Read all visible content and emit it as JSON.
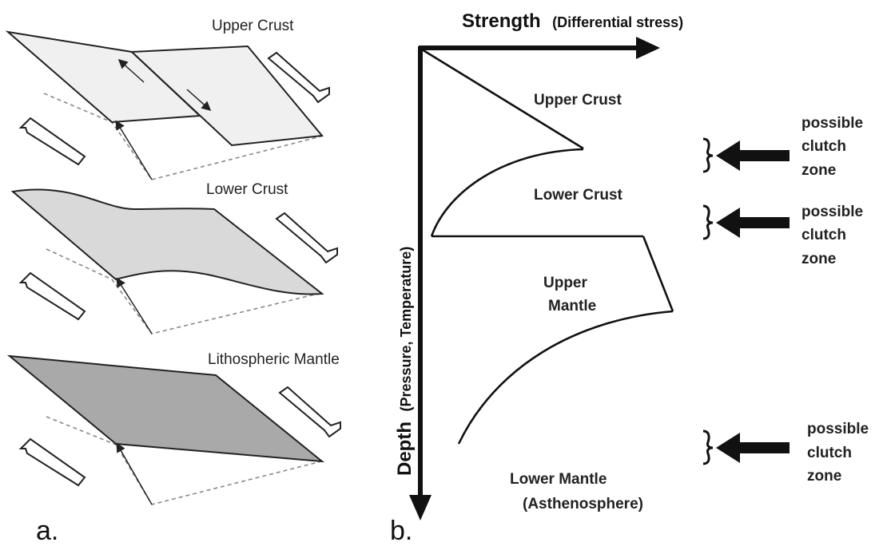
{
  "panel_a": {
    "letter": "a.",
    "layers": [
      {
        "label": "Upper Crust"
      },
      {
        "label": "Lower Crust"
      },
      {
        "label": "Lithospheric Mantle"
      }
    ]
  },
  "panel_b": {
    "letter": "b.",
    "x_axis": {
      "title": "Strength",
      "subtitle": "(Differential stress)"
    },
    "y_axis": {
      "title": "Depth",
      "subtitle": "(Pressure, Temperature)"
    },
    "regions": {
      "upper_crust": "Upper Crust",
      "lower_crust": "Lower Crust",
      "upper_mantle_line1": "Upper",
      "upper_mantle_line2": "Mantle",
      "lower_mantle_line1": "Lower Mantle",
      "lower_mantle_line2": "(Asthenosphere)"
    },
    "clutch_zones": [
      {
        "lines": [
          "possible",
          "clutch",
          "zone"
        ]
      },
      {
        "lines": [
          "possible",
          "clutch",
          "zone"
        ]
      },
      {
        "lines": [
          "possible",
          "clutch",
          "zone"
        ]
      }
    ]
  },
  "colors": {
    "upper_crust_fill": "#f0f0f0",
    "lower_crust_fill": "#d9d9d9",
    "mantle_fill": "#a9a9a9",
    "line": "#222222"
  }
}
